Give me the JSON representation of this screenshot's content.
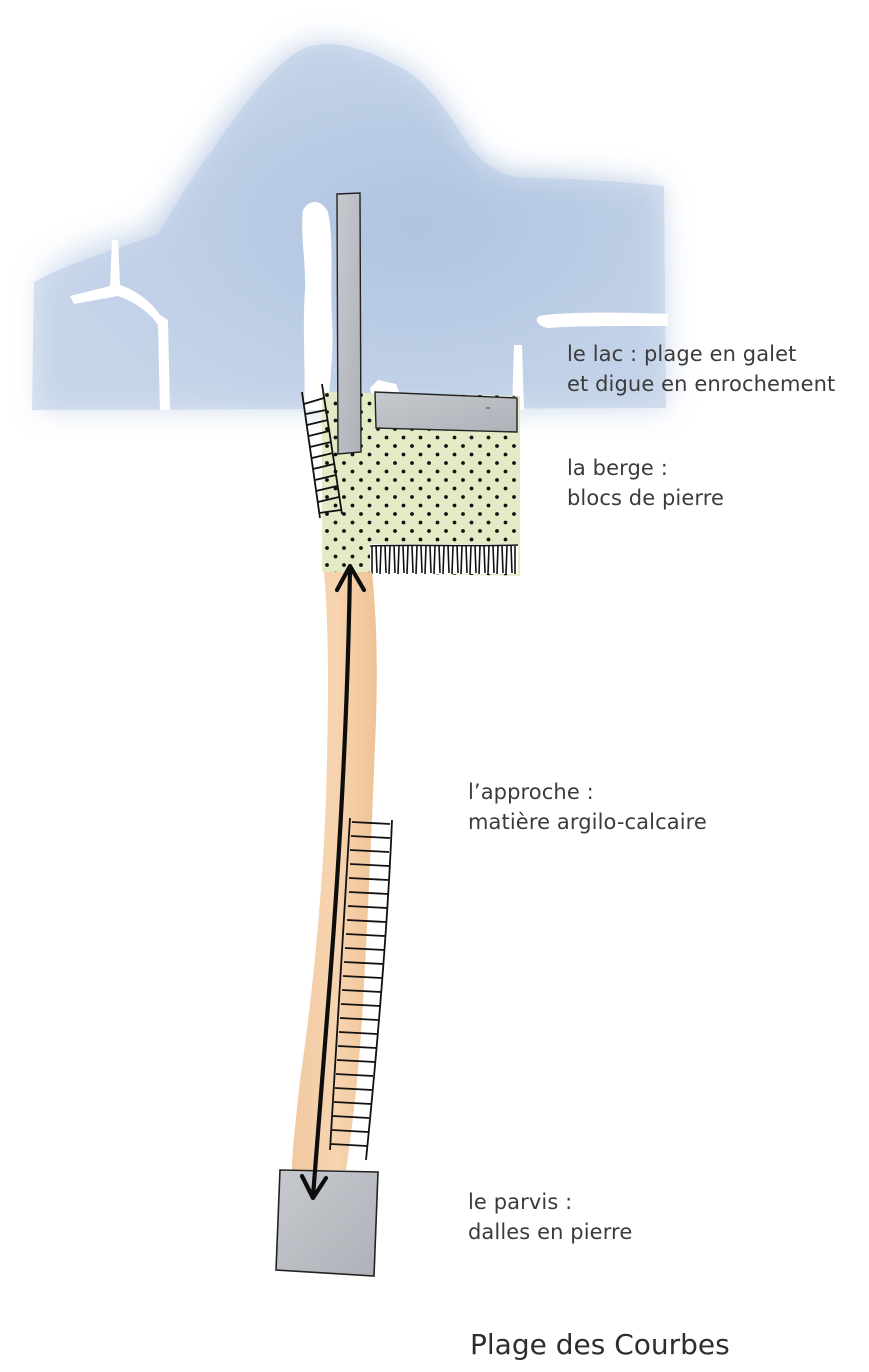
{
  "title": "Plage des Courbes",
  "zones": {
    "lac": {
      "line1": "le lac : plage en galet",
      "line2": "et digue en enrochement"
    },
    "berge": {
      "line1": "la berge :",
      "line2": "blocs de pierre"
    },
    "approche": {
      "line1": "l’approche :",
      "line2": "matière argilo-calcaire"
    },
    "parvis": {
      "line1": "le parvis :",
      "line2": "dalles en pierre"
    }
  },
  "colors": {
    "water": "#b4c8e2",
    "bank": "#e4ecc8",
    "path": "#f3c89c",
    "stone": "#bfc3c8",
    "ink": "#111111"
  }
}
